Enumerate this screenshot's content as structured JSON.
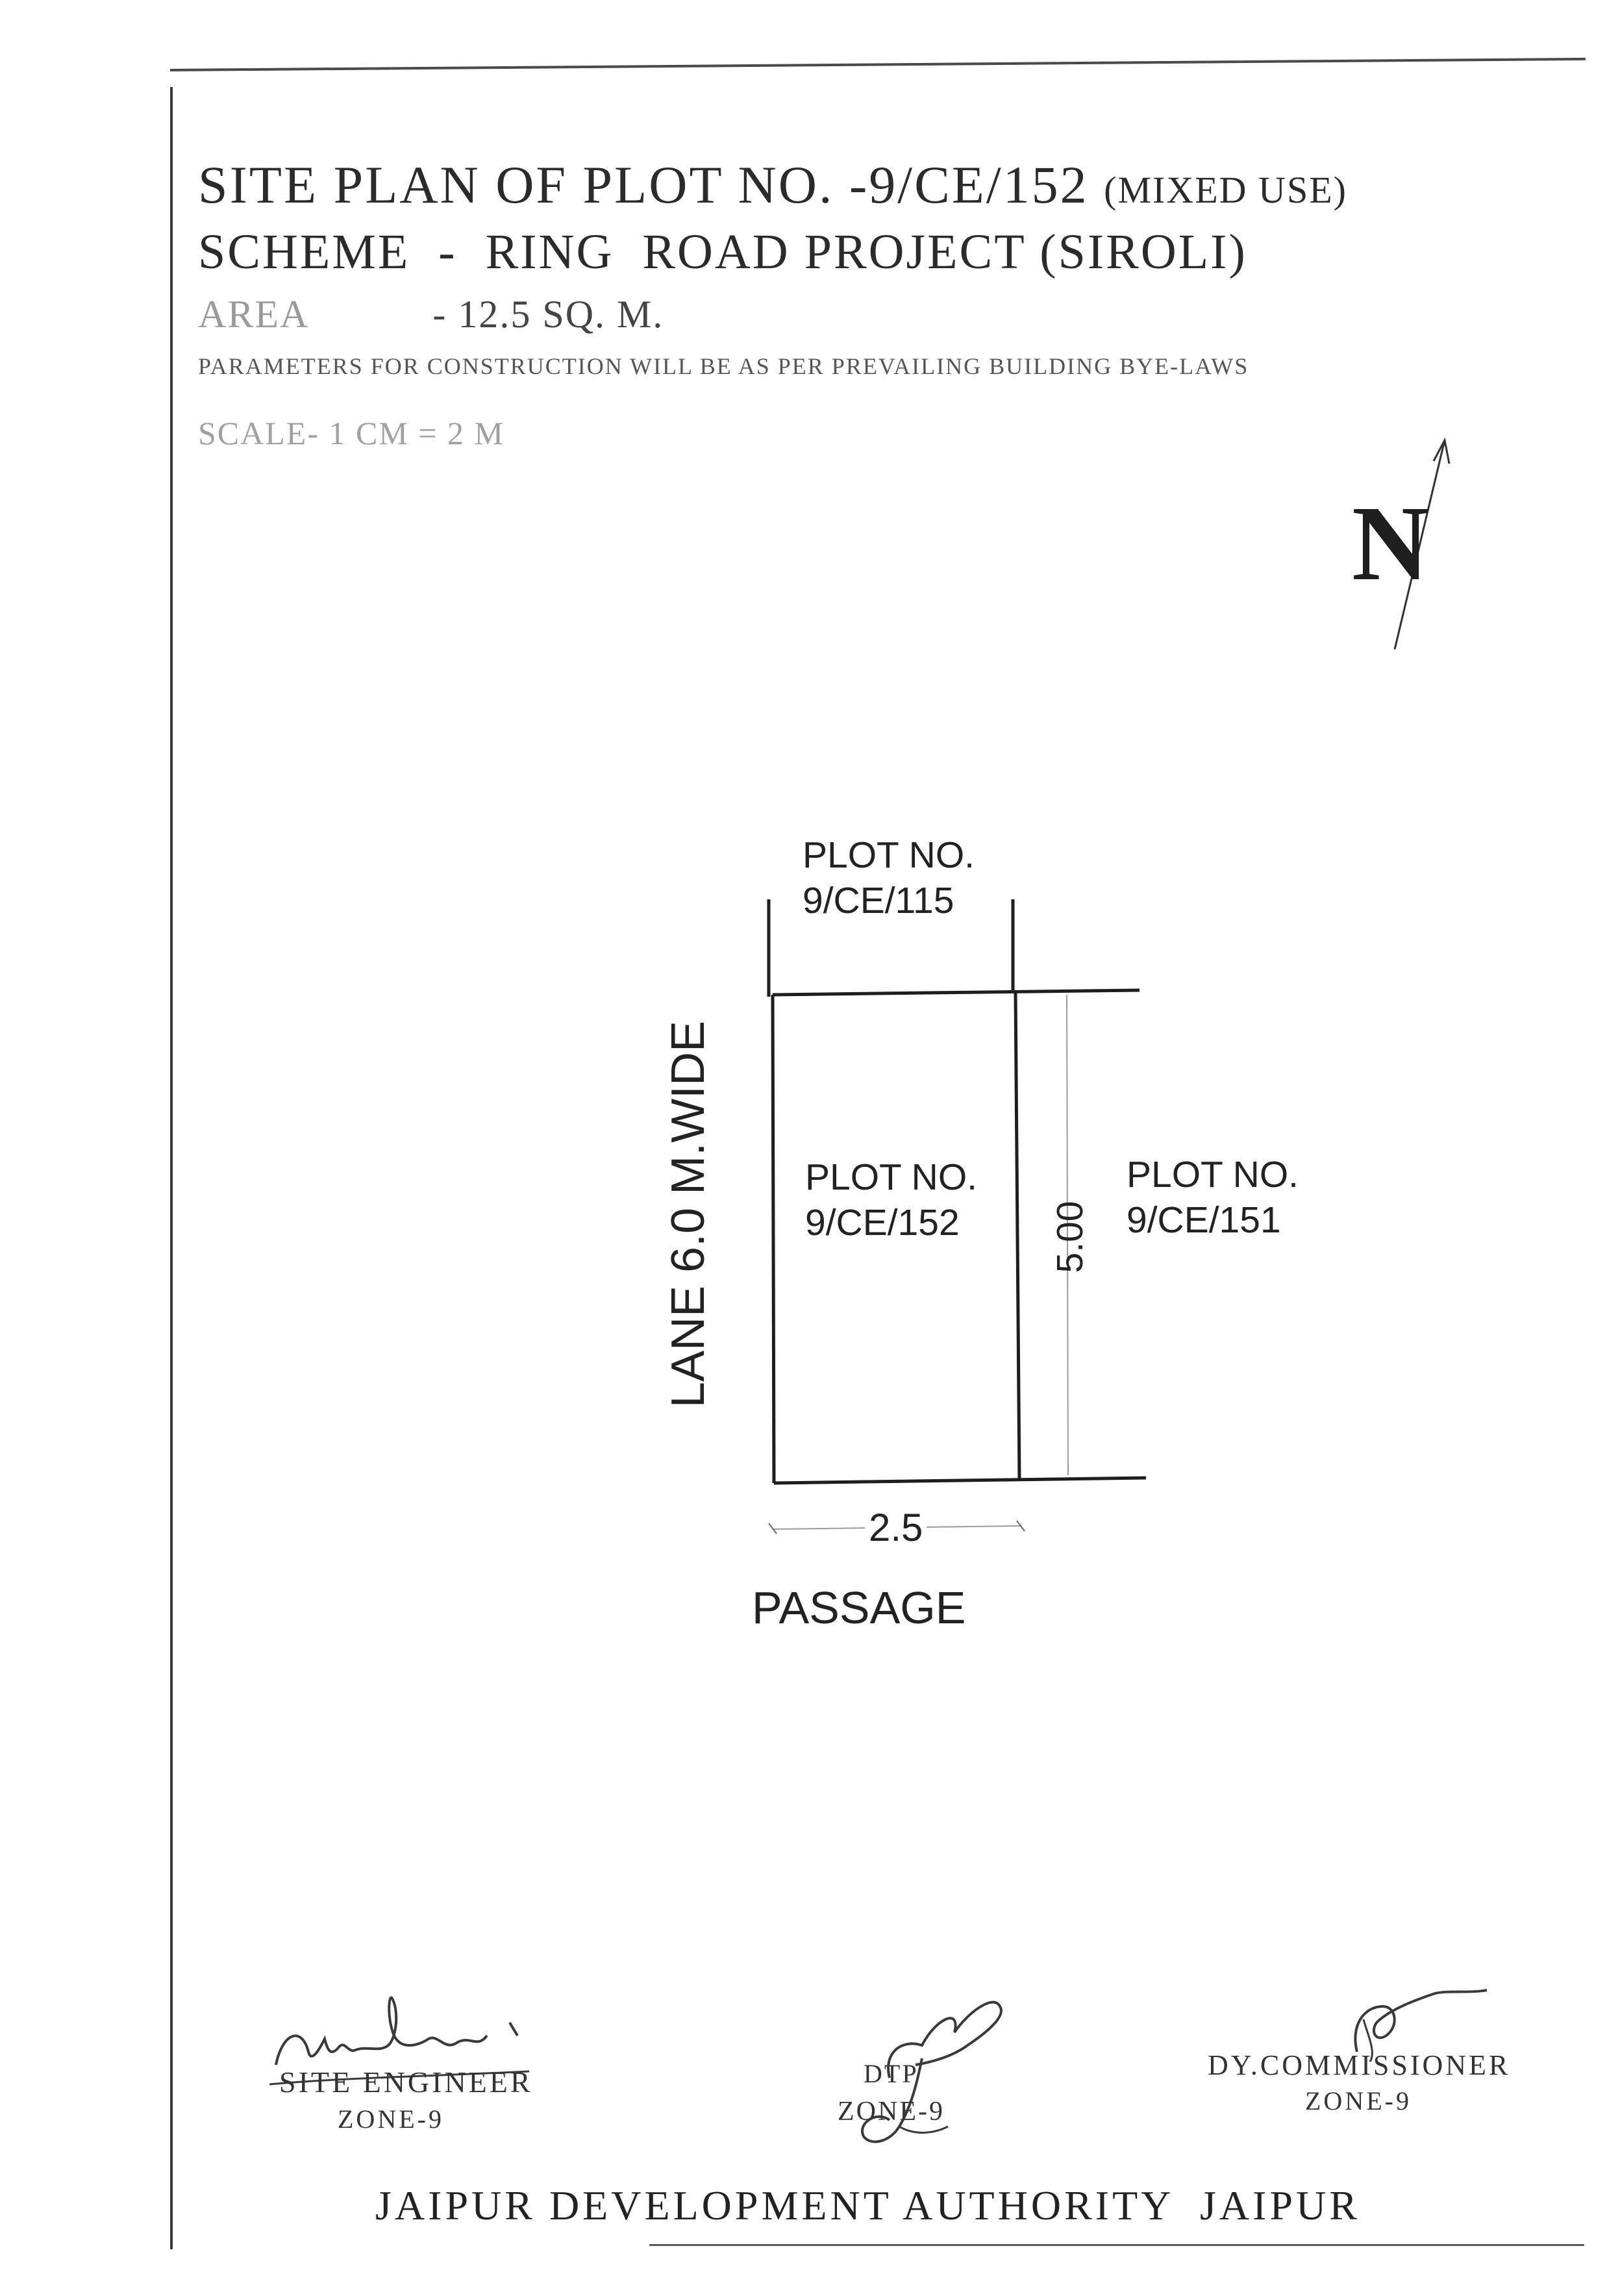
{
  "document": {
    "title_main": "SITE PLAN OF PLOT NO. -9/CE/152",
    "title_suffix": "(MIXED USE)",
    "scheme": "SCHEME  -  RING  ROAD PROJECT (SIROLI)",
    "area_label": "AREA",
    "area_value": "-  12.5 SQ. M.",
    "parameters": "PARAMETERS FOR CONSTRUCTION WILL BE AS PER PREVAILING BUILDING BYE-LAWS",
    "scale": "SCALE- 1 CM = 2 M",
    "north_label": "N"
  },
  "plan": {
    "plot_north_label": "PLOT NO.",
    "plot_north_number": "9/CE/115",
    "plot_main_label": "PLOT NO.",
    "plot_main_number": "9/CE/152",
    "plot_east_label": "PLOT NO.",
    "plot_east_number": "9/CE/151",
    "lane_label": "LANE 6.0 M.WIDE",
    "dimension_depth": "5.00",
    "dimension_width": "2.5",
    "passage_label": "PASSAGE"
  },
  "signatories": {
    "engineer_role": "SITE ENGINEER",
    "engineer_zone": "ZONE-9",
    "dtp_role": "DTP",
    "dtp_zone": "ZONE-9",
    "dy_commissioner_role": "DY.COMMISSIONER",
    "dy_commissioner_zone": "ZONE-9"
  },
  "footer": {
    "authority": "JAIPUR DEVELOPMENT AUTHORITY  JAIPUR"
  }
}
